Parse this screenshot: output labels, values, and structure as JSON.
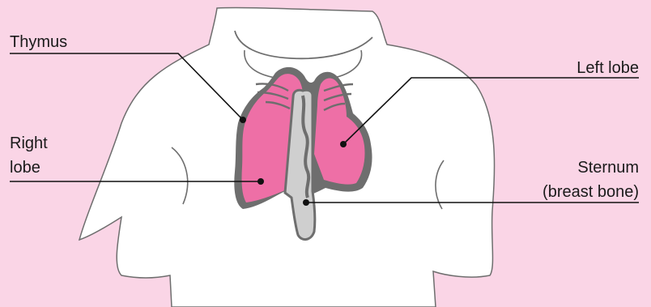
{
  "colors": {
    "background": "#fad5e6",
    "body": "#ffffff",
    "outline": "#6e6e6e",
    "thymus": "#ee6fa6",
    "sternum": "#cfcfcf"
  },
  "labels": {
    "thymus": "Thymus",
    "right_lobe": [
      "Right",
      "lobe"
    ],
    "left_lobe": "Left lobe",
    "sternum": [
      "Sternum",
      "(breast bone)"
    ]
  }
}
